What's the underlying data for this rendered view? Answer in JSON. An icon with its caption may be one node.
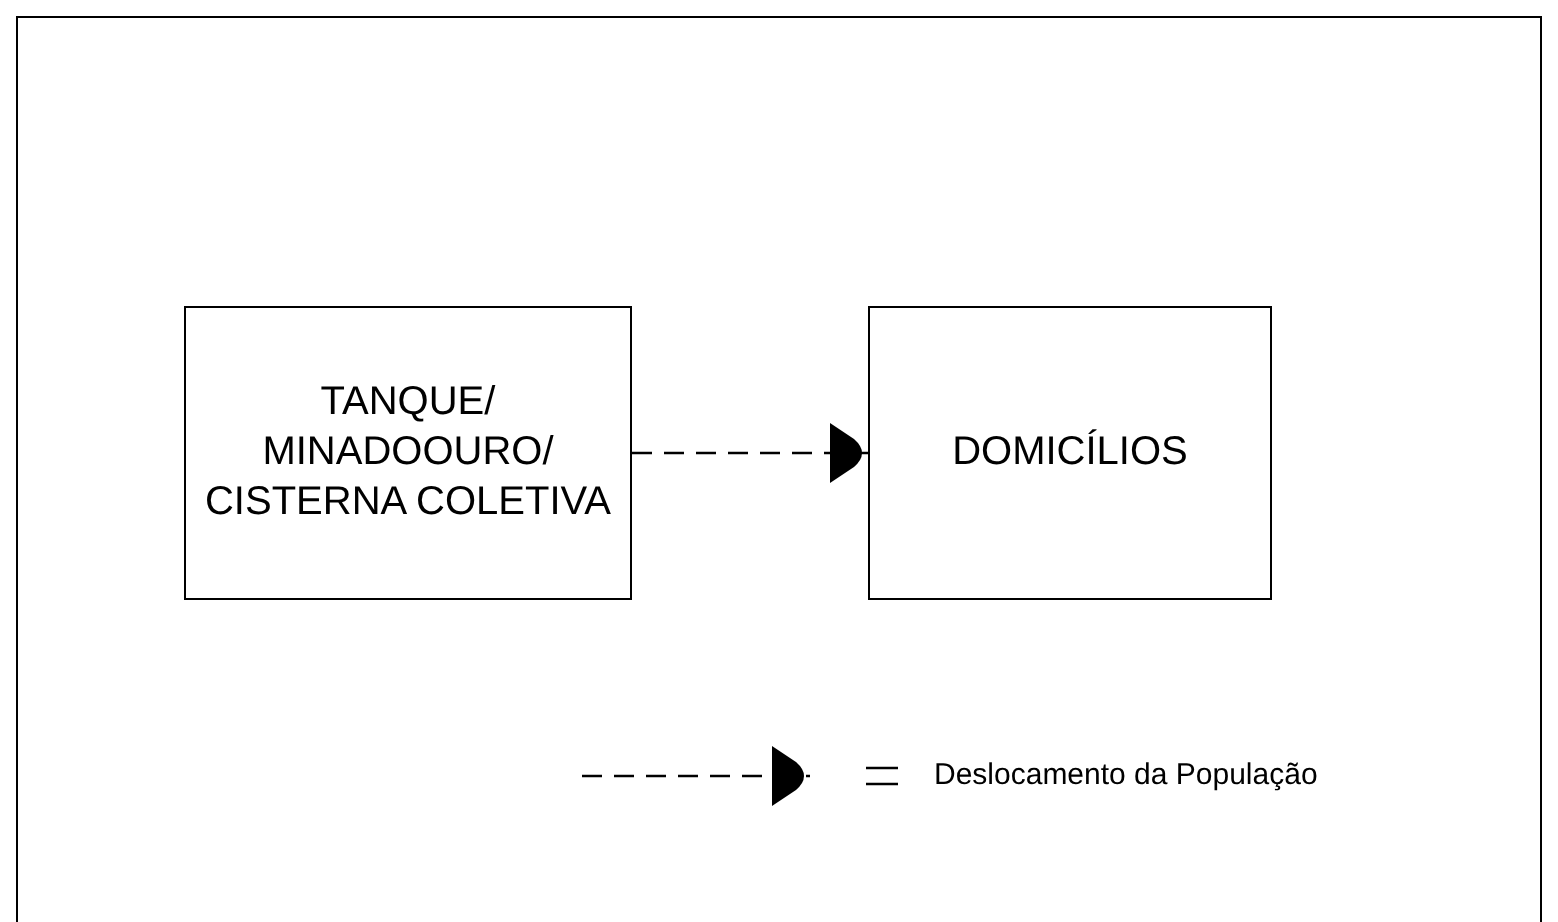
{
  "diagram": {
    "nodes": [
      {
        "text": [
          "TANQUE/ MINADOOURO/ CISTERNA COLETIVA"
        ]
      },
      {
        "text": [
          "DOMICÍLIOS"
        ]
      }
    ],
    "edges": [
      {
        "from": 0,
        "to": 1,
        "arrow": "to",
        "style": "dashed"
      }
    ],
    "legend": [
      {
        "text": "Deslocamento da População"
      }
    ]
  }
}
